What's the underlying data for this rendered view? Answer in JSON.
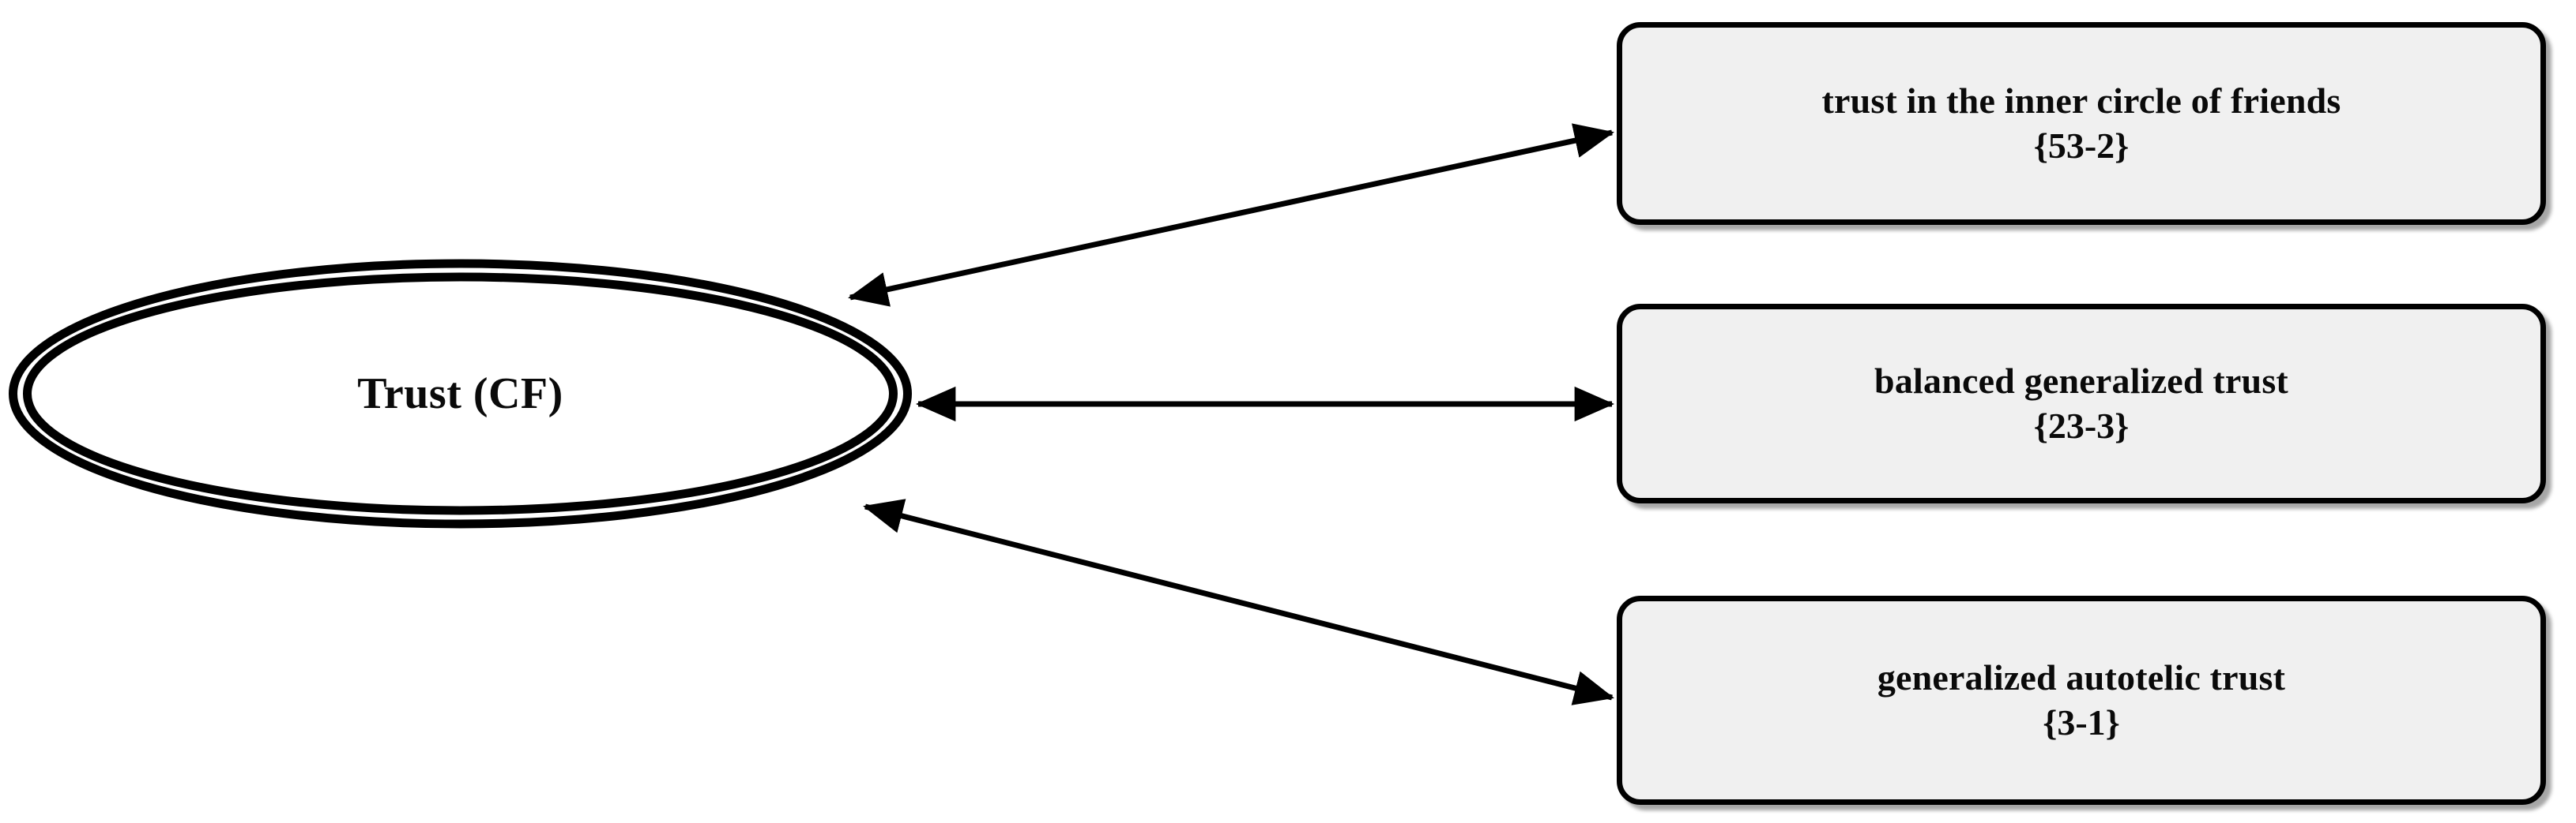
{
  "diagram": {
    "type": "concept-relationship-diagram",
    "background_color": "#ffffff",
    "stroke_color": "#000000",
    "box_fill_color": "#f0f0f0",
    "central_node": {
      "label": "Trust (CF)",
      "shape": "double-ellipse"
    },
    "nodes": [
      {
        "id": "node-1",
        "label": "trust in the inner circle of friends",
        "code": "{53-2}",
        "shape": "rounded-rectangle"
      },
      {
        "id": "node-2",
        "label": "balanced generalized trust",
        "code": "{23-3}",
        "shape": "rounded-rectangle"
      },
      {
        "id": "node-3",
        "label": "generalized autotelic trust",
        "code": "{3-1}",
        "shape": "rounded-rectangle"
      }
    ],
    "connectors": [
      {
        "id": "connector-1",
        "from": "Trust (CF)",
        "to": "trust in the inner circle of friends",
        "style": "double-headed-arrow"
      },
      {
        "id": "connector-2",
        "from": "Trust (CF)",
        "to": "balanced generalized trust",
        "style": "double-headed-arrow"
      },
      {
        "id": "connector-3",
        "from": "Trust (CF)",
        "to": "generalized autotelic trust",
        "style": "double-headed-arrow"
      }
    ]
  }
}
